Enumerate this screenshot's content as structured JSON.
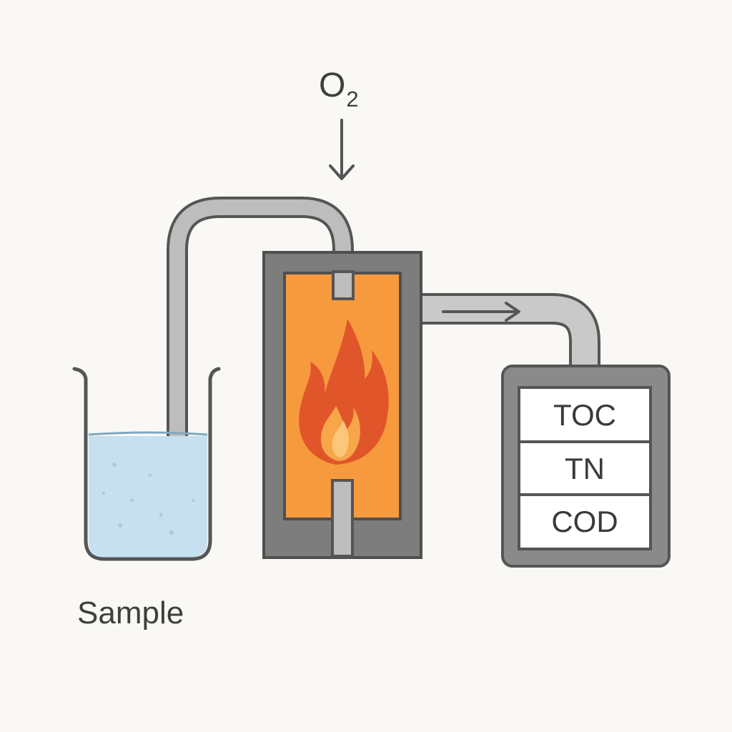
{
  "labels": {
    "gas": "O",
    "gas_subscript": "2",
    "sample": "Sample"
  },
  "analyzer": {
    "rows": [
      "TOC",
      "TN",
      "COD"
    ]
  },
  "colors": {
    "background": "#f9f8f4",
    "outline": "#555555",
    "tube": "#bdbdbd",
    "furnace_body": "#7d7d7d",
    "furnace_chamber": "#f79a3e",
    "flame_outer": "#e0562a",
    "flame_inner": "#f7a64a",
    "liquid": "#c6e0ef",
    "analyzer_frame": "#8a8a8a",
    "text": "#3f3f3f"
  },
  "icons": [
    "beaker-icon",
    "flame-icon",
    "arrow-down-icon",
    "arrow-right-icon"
  ]
}
